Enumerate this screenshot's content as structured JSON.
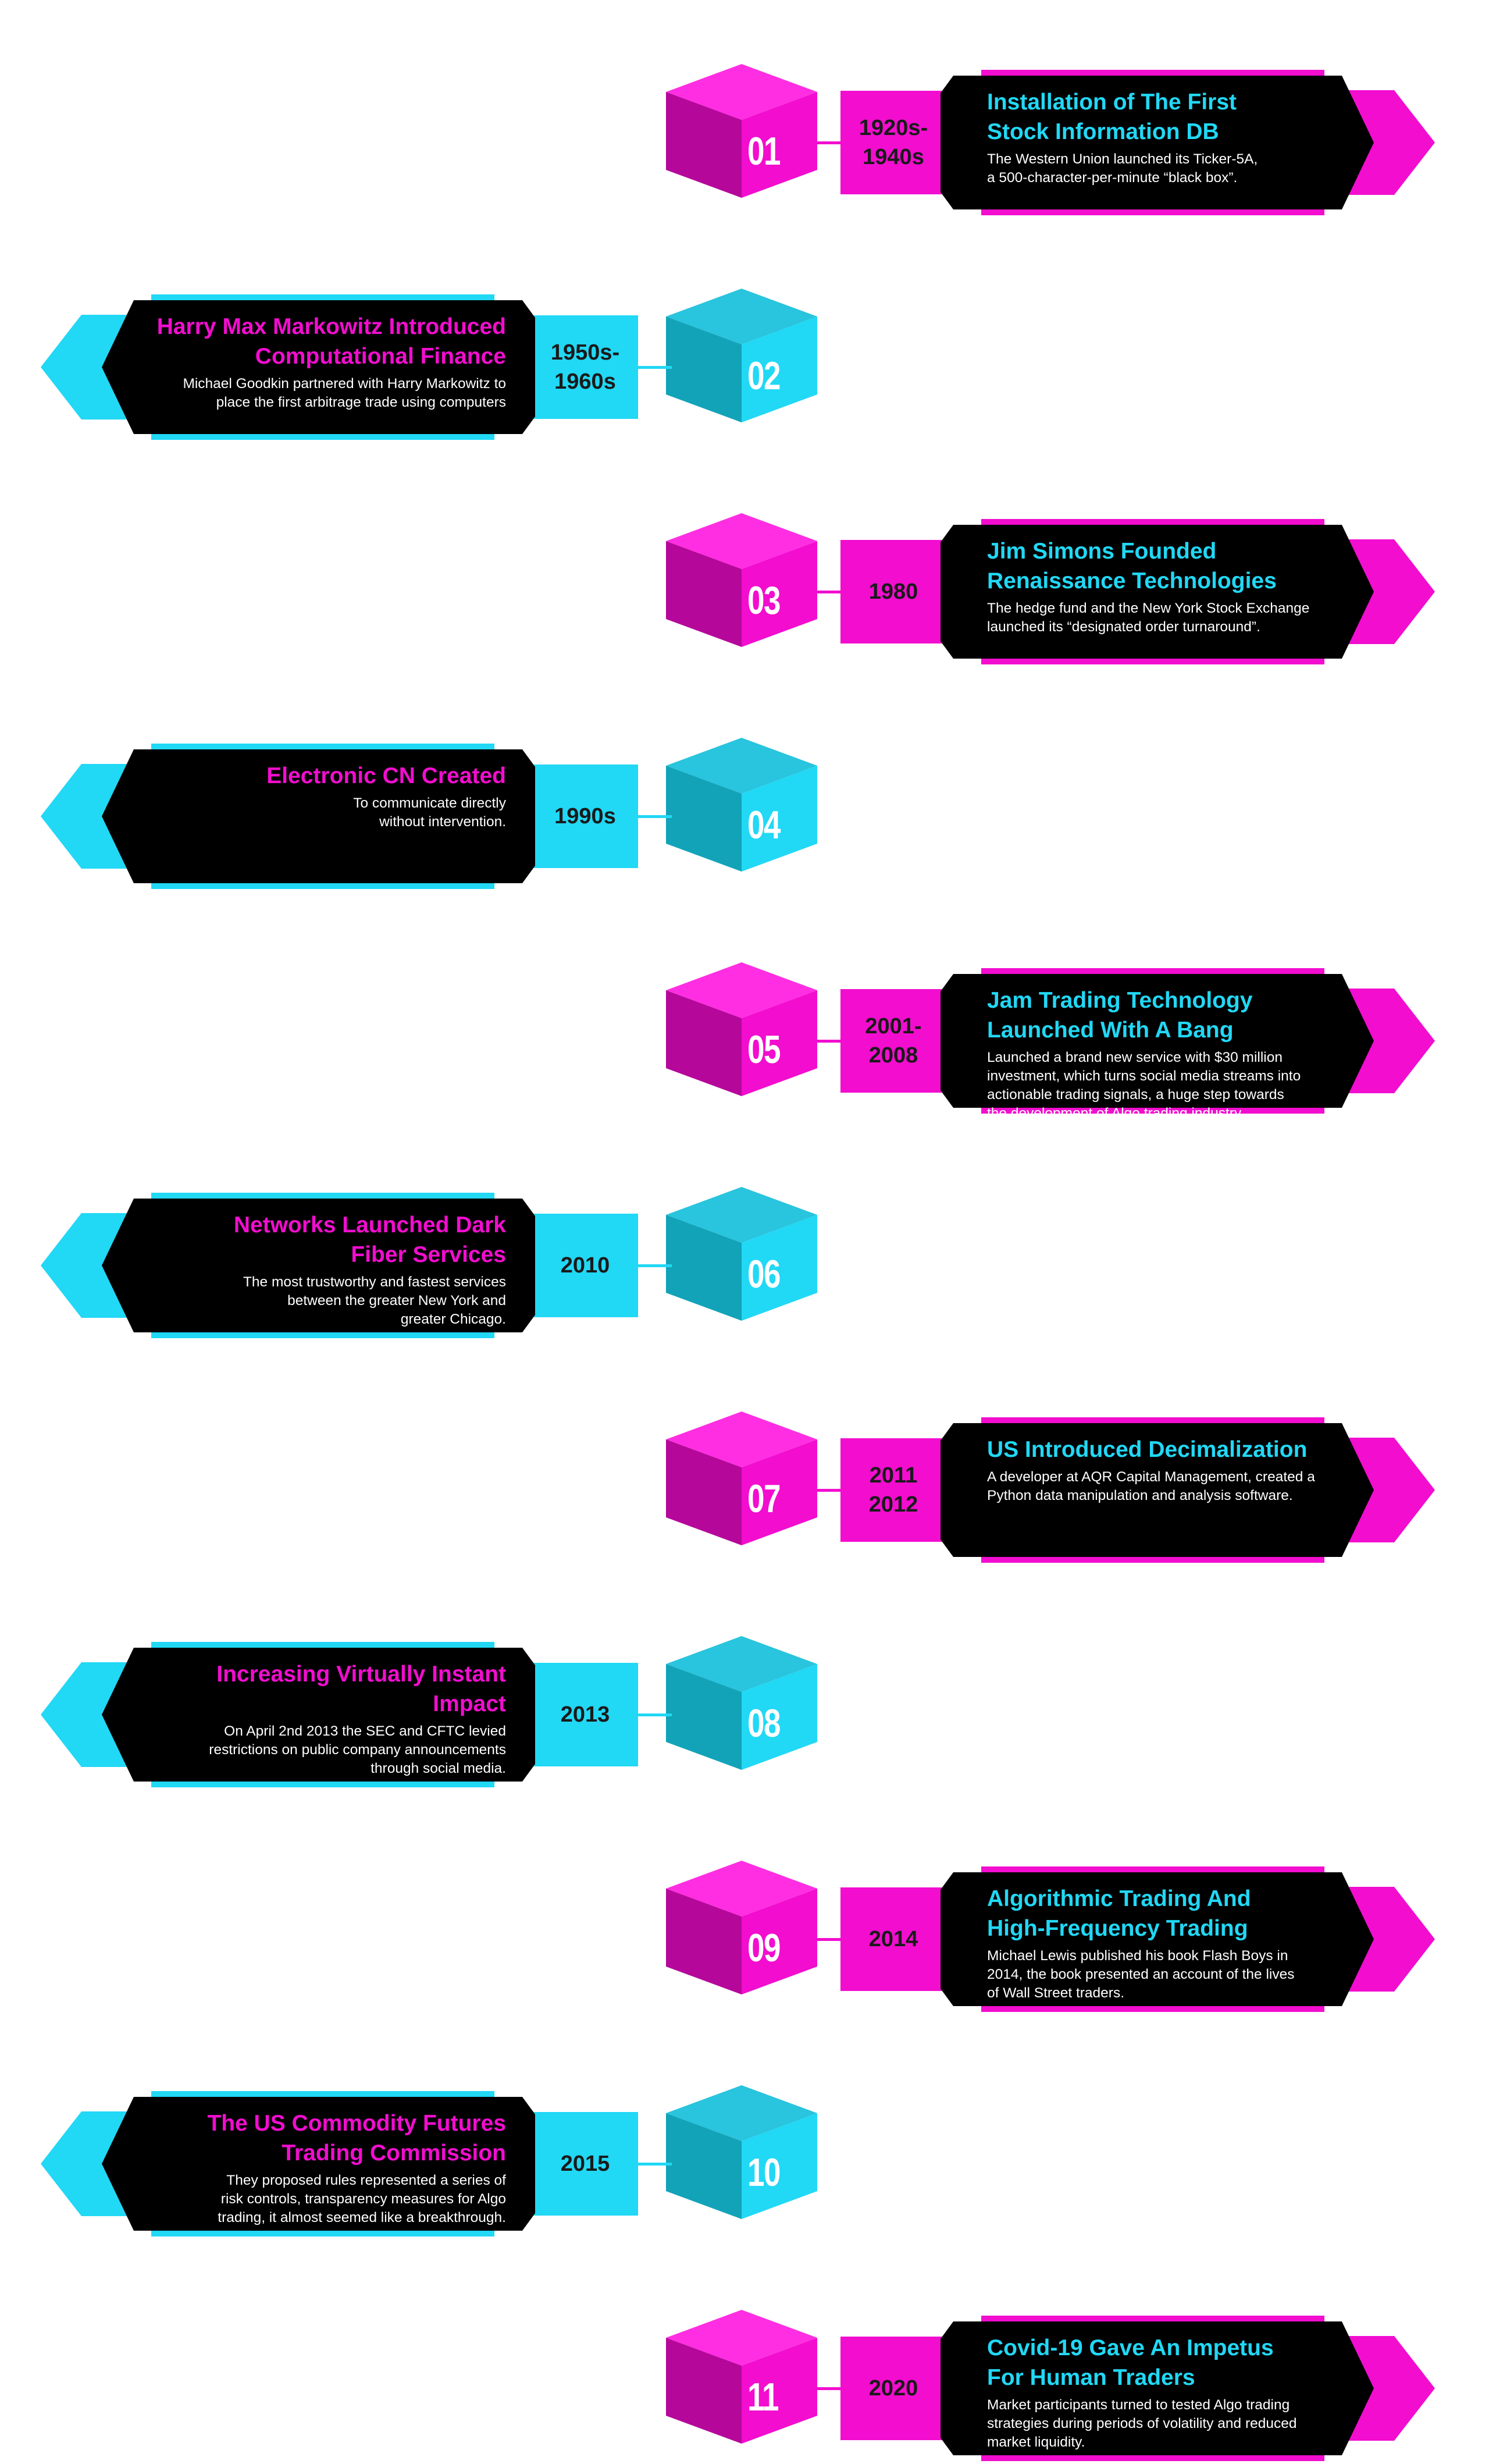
{
  "colors": {
    "magenta": "#f20dcf",
    "magenta_light": "#ff2ee2",
    "magenta_dark": "#b5089a",
    "cyan": "#21d8f5",
    "cyan_top": "#29c4dd",
    "cyan_dark": "#12a3b9",
    "card_black": "#000000",
    "year_text": "#1a1a1a"
  },
  "milestones": [
    {
      "number": "01",
      "side": "right",
      "year": "1920s-\n1940s",
      "title": "Installation of The First\nStock Information DB",
      "description": "The Western Union launched its Ticker-5A,\na 500-character-per-minute “black box”."
    },
    {
      "number": "02",
      "side": "left",
      "year": "1950s-\n1960s",
      "title": "Harry Max Markowitz Introduced\nComputational Finance",
      "description": "Michael Goodkin partnered with Harry Markowitz to\nplace the first arbitrage trade using computers"
    },
    {
      "number": "03",
      "side": "right",
      "year": "1980",
      "title": "Jim Simons Founded\nRenaissance Technologies",
      "description": "The hedge fund and the New York Stock Exchange\nlaunched its “designated order turnaround”."
    },
    {
      "number": "04",
      "side": "left",
      "year": "1990s",
      "title": "Electronic CN Created",
      "description": "To communicate directly\nwithout intervention."
    },
    {
      "number": "05",
      "side": "right",
      "year": "2001-\n2008",
      "title": "Jam Trading Technology\nLaunched With A Bang",
      "description": "Launched a brand new service with $30 million\ninvestment, which turns social media streams into\nactionable trading signals, a huge step towards\nthe development of Algo trading industry."
    },
    {
      "number": "06",
      "side": "left",
      "year": "2010",
      "title": "Networks Launched Dark\nFiber Services",
      "description": "The most trustworthy and fastest services\nbetween the greater New York and\ngreater Chicago."
    },
    {
      "number": "07",
      "side": "right",
      "year": "2011\n2012",
      "title": "US Introduced Decimalization",
      "description": "A developer at AQR Capital Management, created a\nPython data manipulation and analysis software."
    },
    {
      "number": "08",
      "side": "left",
      "year": "2013",
      "title": "Increasing Virtually Instant\nImpact",
      "description": "On April 2nd 2013 the SEC and CFTC levied\nrestrictions on public company announcements\nthrough social media."
    },
    {
      "number": "09",
      "side": "right",
      "year": "2014",
      "title": "Algorithmic Trading And\nHigh-Frequency Trading",
      "description": "Michael Lewis published his book Flash Boys in\n2014, the book presented an account of the lives\nof Wall Street traders."
    },
    {
      "number": "10",
      "side": "left",
      "year": "2015",
      "title": "The US Commodity Futures\nTrading Commission",
      "description": "They proposed rules represented a series of\nrisk controls, transparency measures for Algo\ntrading, it almost seemed like a breakthrough."
    },
    {
      "number": "11",
      "side": "right",
      "year": "2020",
      "title": "Covid-19 Gave An Impetus\nFor Human Traders",
      "description": "Market participants turned to tested Algo trading\nstrategies during periods of volatility and reduced\nmarket liquidity."
    }
  ]
}
